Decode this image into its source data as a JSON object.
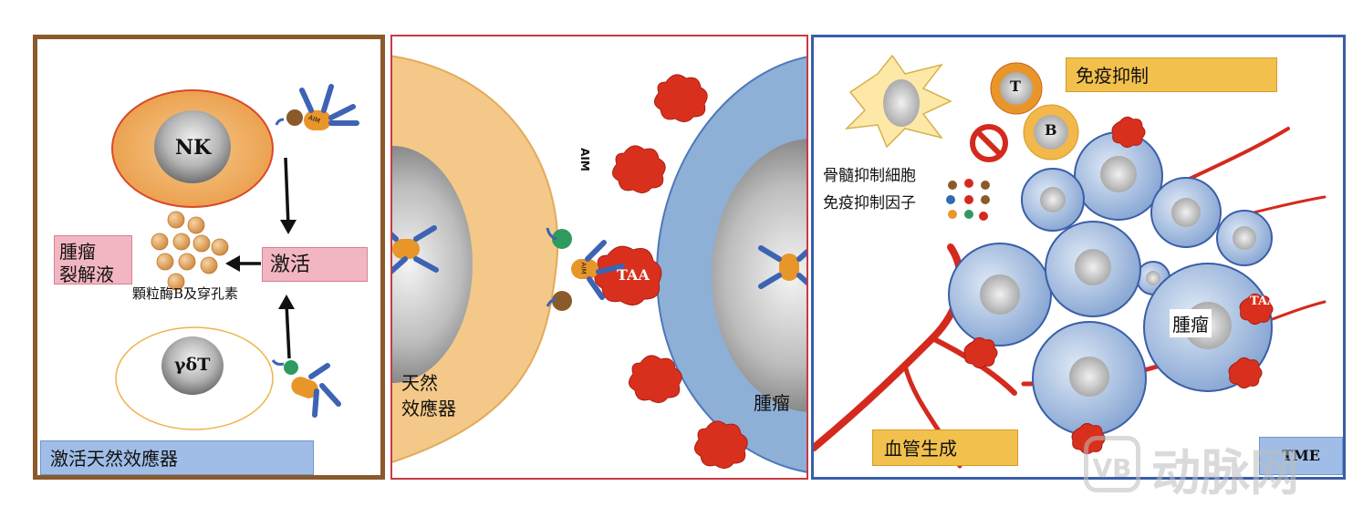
{
  "colors": {
    "panel1_border": "#8a5a2b",
    "panel2_border": "#c83a44",
    "panel3_border": "#3a5ea8",
    "effector_cell": "#f4c888",
    "tumor_cell": "#8eafd6",
    "nucleus": "#9a9a9a",
    "antibody": "#3d63b3",
    "aim_core": "#e8962a",
    "taa": "#d9301e",
    "vessel": "#d42a1e",
    "pink_label": "#f2b6c2",
    "blue_label": "#9fbde6",
    "gold_label": "#f2c14d"
  },
  "panel1": {
    "nk_label": "NK",
    "gdt_label": "γδT",
    "aim_tag": "AIM",
    "activation_label": "激活",
    "lysate_label_line1": "腫瘤",
    "lysate_label_line2": "裂解液",
    "granzyme_label": "顆粒酶B及穿孔素",
    "footer_label": "激活天然效應器",
    "icons": [
      "nk-cell-icon",
      "gamma-delta-t-cell-icon",
      "aim-complex-icon",
      "arrow-icon",
      "granule-icon"
    ]
  },
  "panel2": {
    "aim_vertical": "AIM",
    "aim_tag": "AIM",
    "taa_label": "TAA",
    "effector_line1": "天然",
    "effector_line2": "效應器",
    "tumor_label": "腫瘤",
    "icons": [
      "effector-cell-icon",
      "tumor-cell-icon",
      "aim-complex-icon",
      "taa-antigen-icon"
    ]
  },
  "panel3": {
    "immune_suppression": "免疫抑制",
    "t_label": "T",
    "b_label": "B",
    "suppressor_line1": "骨髓抑制細胞",
    "suppressor_line2": "免疫抑制因子",
    "tumor_label": "腫瘤",
    "taa_label": "TAA",
    "angiogenesis": "血管生成",
    "tme_label": "TME",
    "icons": [
      "myeloid-suppressor-cell-icon",
      "prohibition-icon",
      "t-cell-icon",
      "b-cell-icon",
      "tumor-cluster-icon",
      "blood-vessel-icon",
      "factor-dots-icon"
    ]
  },
  "watermark": {
    "logo_text": "VB",
    "brand_text": "动脉网"
  }
}
